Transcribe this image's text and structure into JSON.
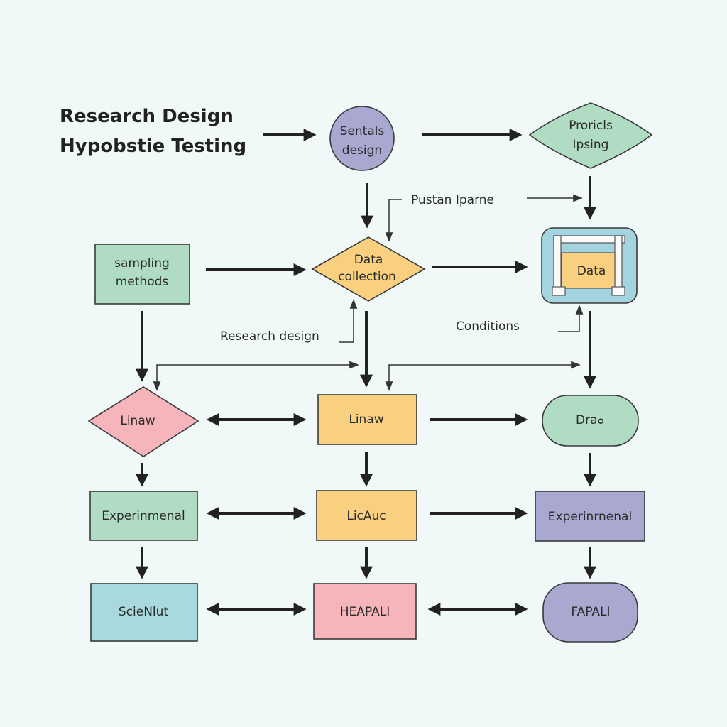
{
  "title": {
    "line1": "Research Design",
    "line2": "Hypobstie Testing"
  },
  "colors": {
    "background": "#f1f8f8",
    "purple": "#a9a8d0",
    "green": "#b0dcc3",
    "orange": "#f9cf80",
    "pink": "#f5b5bb",
    "teal": "#a7d9de",
    "blue_frame": "#a3d4e0"
  },
  "nodes": {
    "serials_design": {
      "line1": "Sentals",
      "line2": "design",
      "shape": "circle"
    },
    "prorids_ipsing": {
      "line1": "Proricls",
      "line2": "Ipsing",
      "shape": "diamond"
    },
    "sampling_methods": {
      "line1": "sampling",
      "line2": "methods",
      "shape": "rectangle"
    },
    "data_collection": {
      "line1": "Data",
      "line2": "collection",
      "shape": "diamond"
    },
    "data_store": {
      "label": "Data",
      "shape": "framed-box"
    },
    "linaw_diamond": {
      "label": "Linaw",
      "shape": "diamond"
    },
    "linaw_box": {
      "label": "Linaw",
      "shape": "rectangle"
    },
    "drauv": {
      "label": "Draܘ",
      "shape": "rounded"
    },
    "experimental_left": {
      "label": "Experinmenal",
      "shape": "rectangle"
    },
    "licauc": {
      "label": "LicAuc",
      "shape": "rectangle"
    },
    "experimental_right": {
      "label": "Experinrnenal",
      "shape": "rectangle"
    },
    "scieniut": {
      "label": "ScieNlut",
      "shape": "rectangle"
    },
    "heapali": {
      "label": "HEAPALI",
      "shape": "rectangle"
    },
    "fapali": {
      "label": "FAPALI",
      "shape": "rounded"
    }
  },
  "edge_labels": {
    "pustan_iparne": "Pustan Iparne",
    "research_design": "Research design",
    "conditions": "Conditions"
  }
}
